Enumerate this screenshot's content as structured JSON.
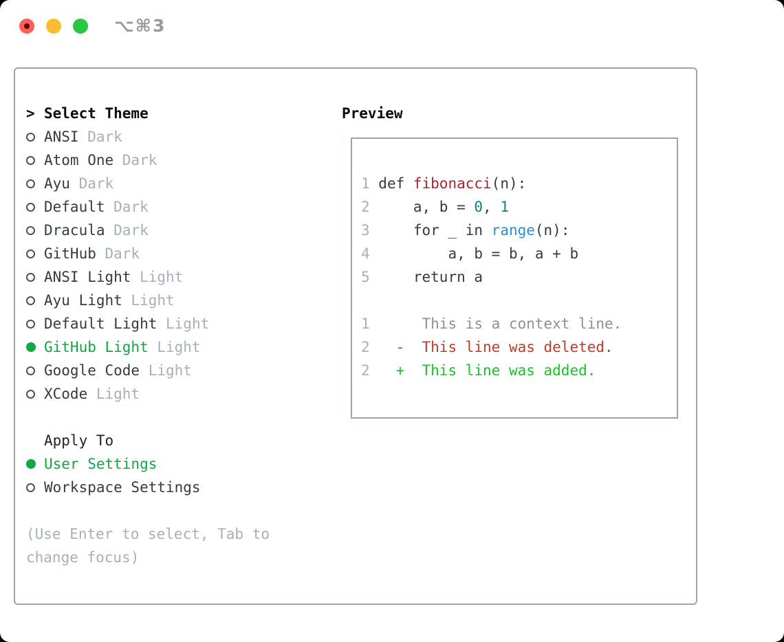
{
  "window": {
    "title": "⌥⌘3"
  },
  "theme_panel": {
    "prompt": ">",
    "header": "Select Theme",
    "themes": [
      {
        "name": "ANSI",
        "variant": "Dark",
        "selected": false
      },
      {
        "name": "Atom One",
        "variant": "Dark",
        "selected": false
      },
      {
        "name": "Ayu",
        "variant": "Dark",
        "selected": false
      },
      {
        "name": "Default",
        "variant": "Dark",
        "selected": false
      },
      {
        "name": "Dracula",
        "variant": "Dark",
        "selected": false
      },
      {
        "name": "GitHub",
        "variant": "Dark",
        "selected": false
      },
      {
        "name": "ANSI Light",
        "variant": "Light",
        "selected": false
      },
      {
        "name": "Ayu Light",
        "variant": "Light",
        "selected": false
      },
      {
        "name": "Default Light",
        "variant": "Light",
        "selected": false
      },
      {
        "name": "GitHub Light",
        "variant": "Light",
        "selected": true
      },
      {
        "name": "Google Code",
        "variant": "Light",
        "selected": false
      },
      {
        "name": "XCode",
        "variant": "Light",
        "selected": false
      }
    ],
    "apply_to": {
      "header": "Apply To",
      "options": [
        {
          "label": "User Settings",
          "selected": true
        },
        {
          "label": "Workspace Settings",
          "selected": false
        }
      ]
    },
    "hint_lines": [
      "(Use Enter to select, Tab to",
      "change focus)"
    ]
  },
  "preview": {
    "header": "Preview",
    "lines": [
      {
        "num": "1",
        "segments": [
          {
            "t": "def ",
            "c": "code"
          },
          {
            "t": "fibonacci",
            "c": "func"
          },
          {
            "t": "(n):",
            "c": "code"
          }
        ]
      },
      {
        "num": "2",
        "segments": [
          {
            "t": "    a, b = ",
            "c": "code"
          },
          {
            "t": "0",
            "c": "num"
          },
          {
            "t": ", ",
            "c": "code"
          },
          {
            "t": "1",
            "c": "num"
          }
        ]
      },
      {
        "num": "3",
        "segments": [
          {
            "t": "    for _ in ",
            "c": "code"
          },
          {
            "t": "range",
            "c": "call"
          },
          {
            "t": "(n):",
            "c": "code"
          }
        ]
      },
      {
        "num": "4",
        "segments": [
          {
            "t": "        a, b = b, a + b",
            "c": "code"
          }
        ]
      },
      {
        "num": "5",
        "segments": [
          {
            "t": "    return a",
            "c": "code"
          }
        ]
      },
      {
        "num": "",
        "segments": []
      },
      {
        "num": "1",
        "segments": [
          {
            "t": "     This is a context line.",
            "c": "ctx"
          }
        ]
      },
      {
        "num": "2",
        "segments": [
          {
            "t": "  -  This line was deleted.",
            "c": "del"
          }
        ]
      },
      {
        "num": "2",
        "segments": [
          {
            "t": "  +  This line was added.",
            "c": "add"
          }
        ]
      }
    ]
  },
  "colors": {
    "selection_green": "#0fa843",
    "added_green": "#13c724",
    "deleted_red": "#c43a26",
    "function_red": "#af232e",
    "number_teal": "#10808a",
    "call_blue": "#1e95d4",
    "muted_gray": "#a6b0bb",
    "context_gray": "#8a9199",
    "text_dark": "#343b43",
    "border_gray": "#9aa3ae",
    "traffic_red": "#ff5f57",
    "traffic_yellow": "#febc2e",
    "traffic_green": "#28c840"
  }
}
